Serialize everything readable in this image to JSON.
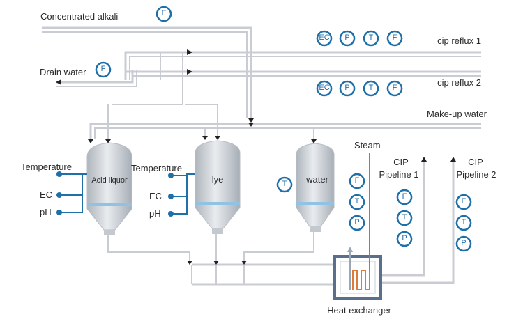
{
  "labels": {
    "concentrated_alkali": "Concentrated alkali",
    "drain_water": "Drain water",
    "cip_reflux_1": "cip reflux 1",
    "cip_reflux_2": "cip reflux 2",
    "makeup_water": "Make-up water",
    "steam": "Steam",
    "cip_pipeline_1_line1": "CIP",
    "cip_pipeline_1_line2": "Pipeline 1",
    "cip_pipeline_2_line1": "CIP",
    "cip_pipeline_2_line2": "Pipeline 2",
    "heat_exchanger": "Heat exchanger"
  },
  "tanks": {
    "acid": {
      "label": "Acid liquor"
    },
    "lye": {
      "label": "lye"
    },
    "water": {
      "label": "water"
    }
  },
  "sensors": {
    "temperature": "Temperature",
    "ec": "EC",
    "ph": "pH"
  },
  "instruments": {
    "flow": "F",
    "pressure": "P",
    "temperature": "T",
    "ec": "EC"
  },
  "colors": {
    "instrument": "#1f6fa8",
    "pipe": "#c9cdd3",
    "tank": "#d4d8dc",
    "tank_band": "#8fc2e3",
    "steam_line": "#d2692e"
  }
}
